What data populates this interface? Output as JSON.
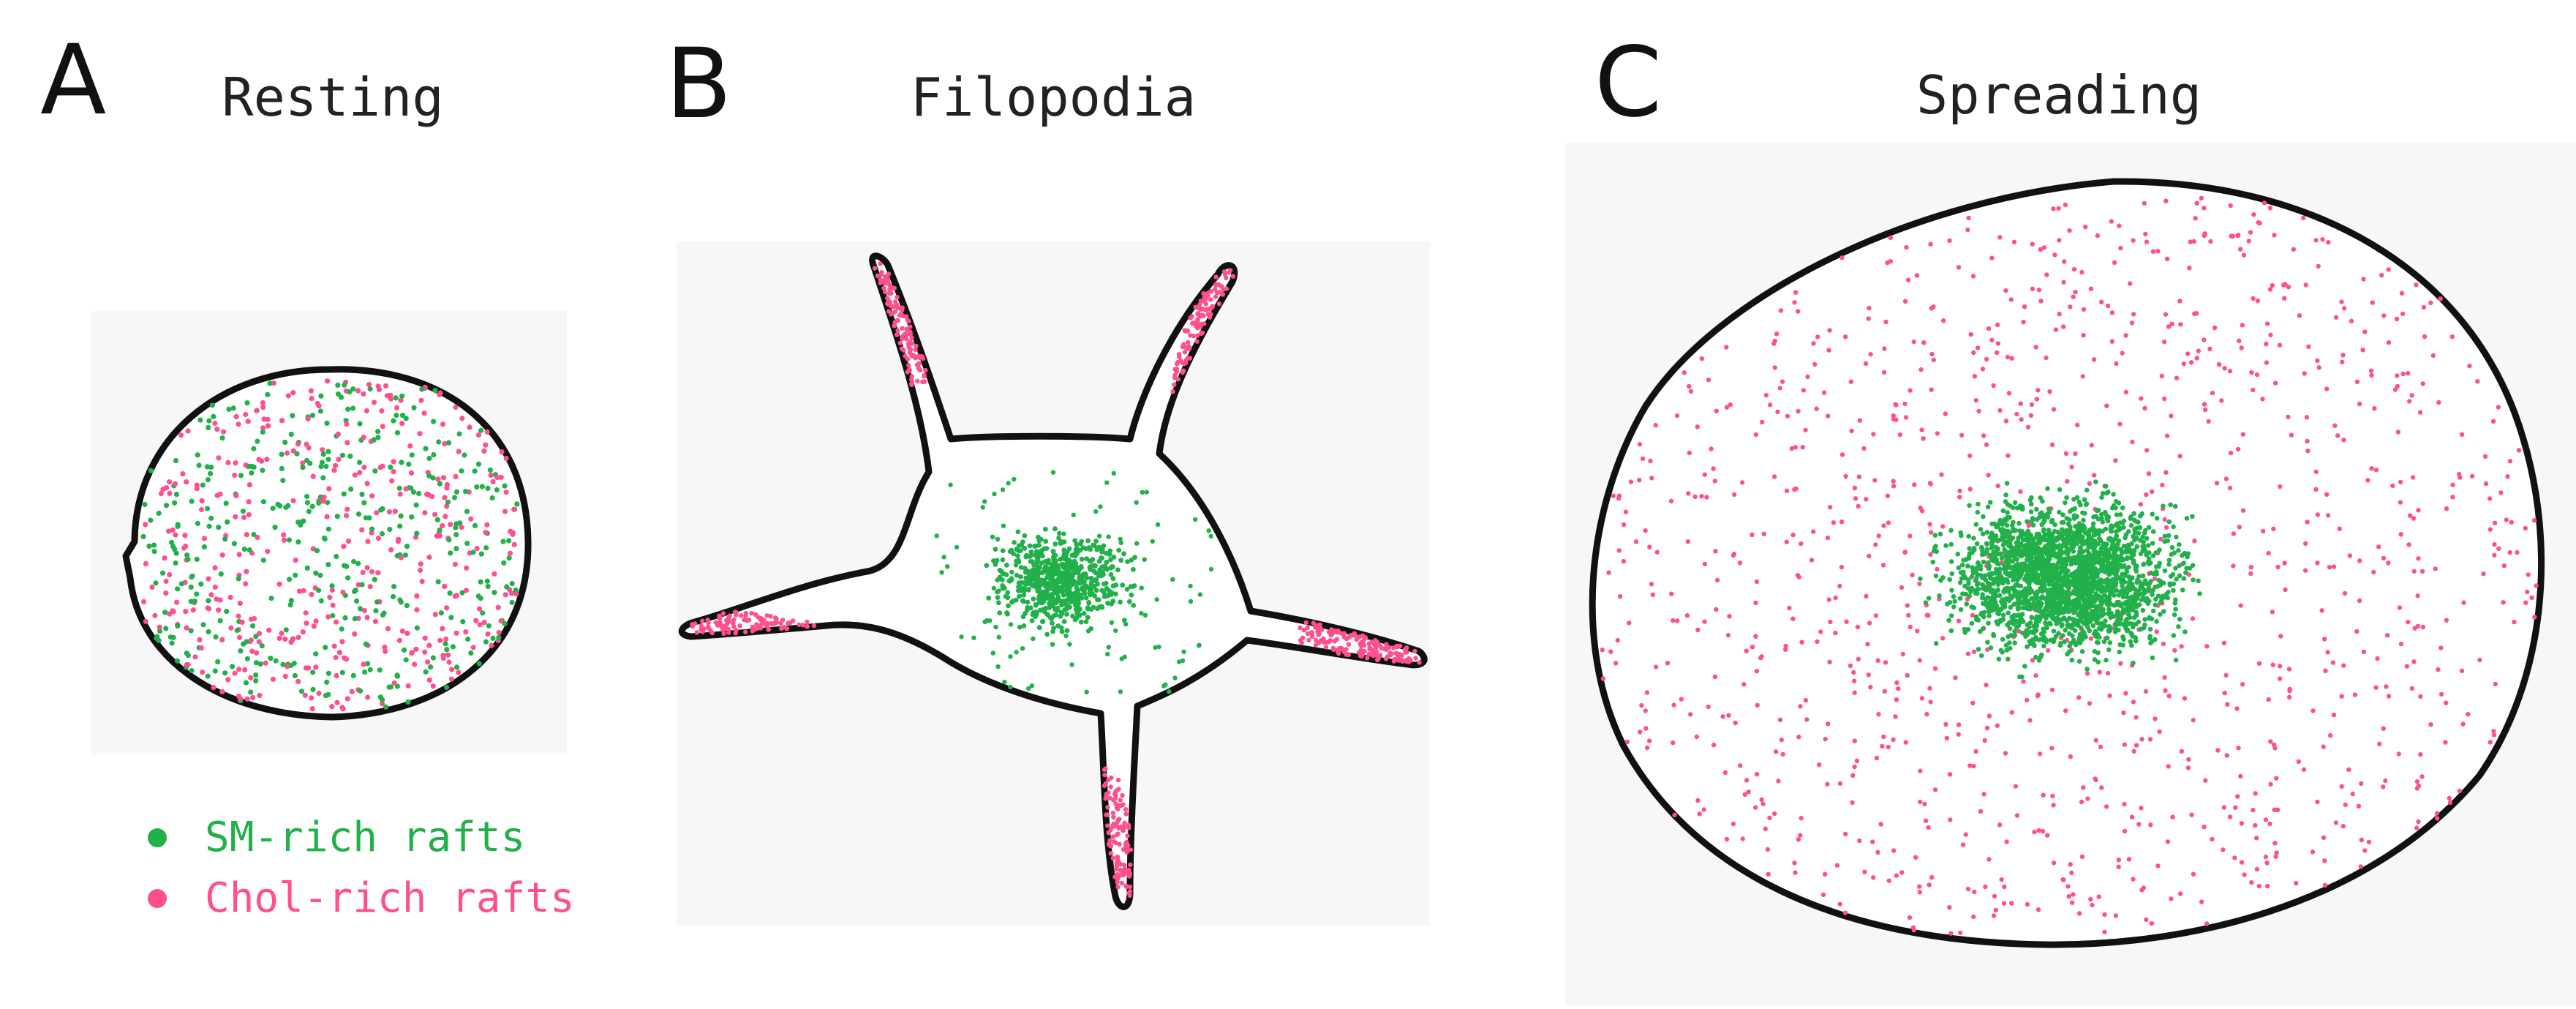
{
  "panels": [
    {
      "letter": "A",
      "title": "Resting"
    },
    {
      "letter": "B",
      "title": "Filopodia"
    },
    {
      "letter": "C",
      "title": "Spreading"
    }
  ],
  "legend": [
    {
      "label": "SM-rich rafts",
      "color": "#22b04a"
    },
    {
      "label": "Chol-rich rafts",
      "color": "#ff4f8e"
    }
  ],
  "colors": {
    "sm": "#22b04a",
    "chol": "#ff4f8e",
    "outline": "#111111"
  }
}
